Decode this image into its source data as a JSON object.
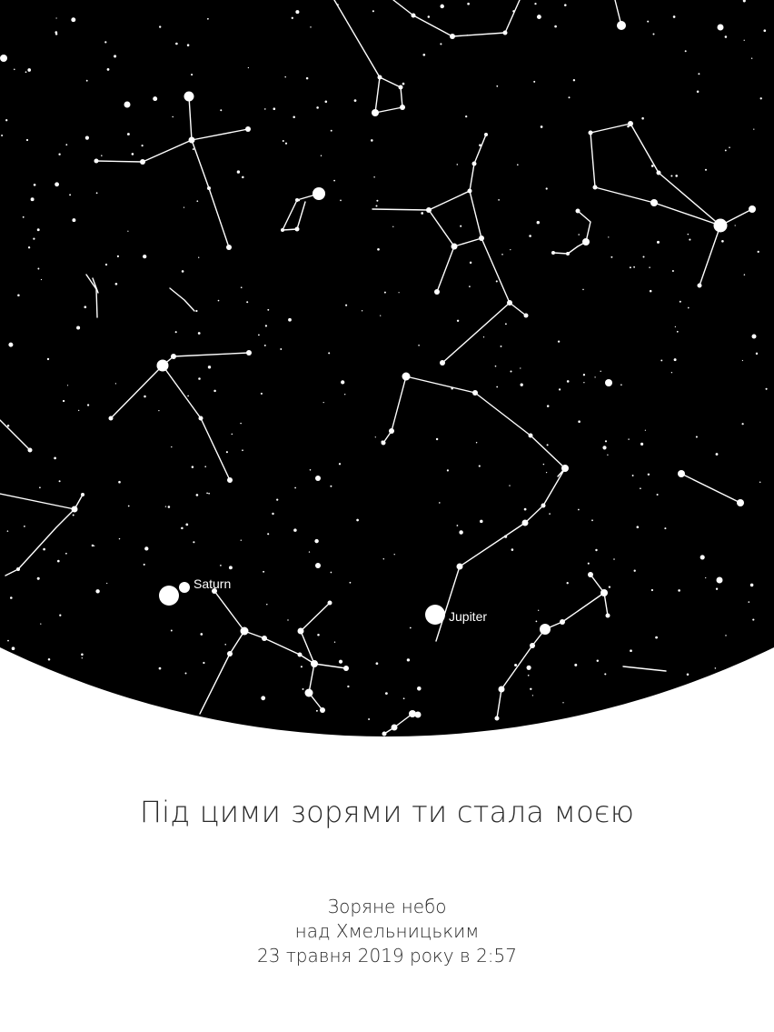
{
  "poster": {
    "headline": "Під цими зорями ти стала моєю",
    "caption_line1": "Зоряне небо",
    "caption_line2": "над Хмельницьким",
    "caption_line3": "23 травня 2019 року в 2:57"
  },
  "sky": {
    "planets": [
      {
        "id": "saturn",
        "label": "Saturn"
      },
      {
        "id": "jupiter",
        "label": "Jupiter"
      }
    ]
  },
  "colors": {
    "sky": "#000000",
    "stars": "#ffffff",
    "background": "#ffffff",
    "text": "#2b2b2b"
  }
}
